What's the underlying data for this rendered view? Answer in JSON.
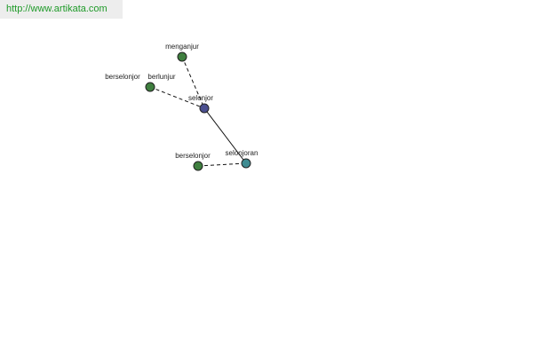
{
  "watermark": {
    "url": "http://www.artikata.com",
    "text_color": "#1e9a28",
    "background": "#ededed"
  },
  "graph": {
    "nodes": [
      {
        "id": "n-menganjur",
        "label": "menganjur",
        "color": "#3f7f3f"
      },
      {
        "id": "n-berselonjor-1",
        "label": "berselonjor",
        "color": "#3f7f3f"
      },
      {
        "id": "n-berlunjur",
        "label": "berlunjur",
        "color": "#3f7f3f"
      },
      {
        "id": "n-selonjor",
        "label": "selonjor",
        "color": "#4a4f8f"
      },
      {
        "id": "n-berselonjor-2",
        "label": "berselonjor",
        "color": "#3f7f3f"
      },
      {
        "id": "n-selonjoran",
        "label": "selonjoran",
        "color": "#3f8c92"
      }
    ],
    "edges": [
      {
        "from": "n-menganjur",
        "to": "n-selonjor",
        "style": "dashed"
      },
      {
        "from": "n-berlunjur",
        "to": "n-selonjor",
        "style": "dashed"
      },
      {
        "from": "n-selonjor",
        "to": "n-selonjoran",
        "style": "solid"
      },
      {
        "from": "n-berselonjor-2",
        "to": "n-selonjoran",
        "style": "dashed"
      }
    ]
  }
}
